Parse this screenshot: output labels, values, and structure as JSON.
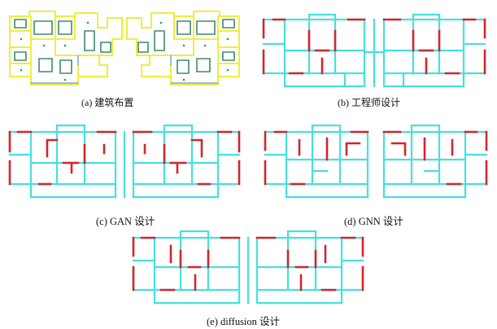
{
  "panels": [
    {
      "id": "a",
      "caption": "(a)  建筑布置"
    },
    {
      "id": "b",
      "caption": "(b)  工程师设计"
    },
    {
      "id": "c",
      "caption": "(c) GAN 设计"
    },
    {
      "id": "d",
      "caption": "(d) GNN 设计"
    },
    {
      "id": "e",
      "caption": "(e) diffusion 设计"
    }
  ],
  "colors": {
    "shear_wall": "#d2262c",
    "beam": "#46e0de",
    "architecture_wall": "#eeee3c",
    "architecture_detail": "#3e8a6a"
  }
}
